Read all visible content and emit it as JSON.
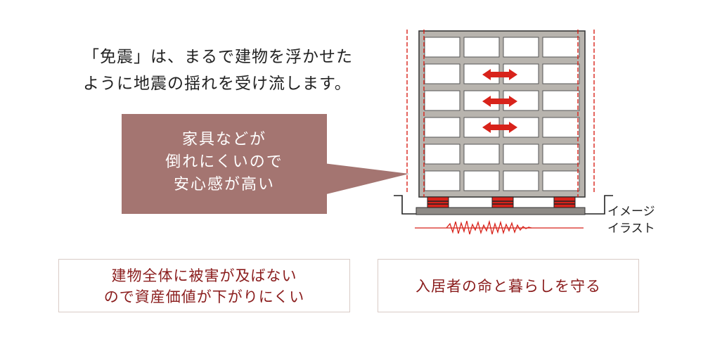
{
  "intro": {
    "line1": "「免震」は、まるで建物を浮かせた",
    "line2": "ように地震の揺れを受け流します。"
  },
  "bubble": {
    "line1": "家具などが",
    "line2": "倒れにくいので",
    "line3": "安心感が高い"
  },
  "caption": {
    "line1": "イメージ",
    "line2": "イラスト"
  },
  "cards": {
    "asset_line1": "建物全体に被害が及ばない",
    "asset_line2": "ので資産価値が下がりにくい",
    "life": "入居者の命と暮らしを守る"
  },
  "colors": {
    "bubble": "#a47571",
    "accent_red": "#d8231b",
    "card_text": "#8a1c1c",
    "building_gray": "#b8b4ae"
  },
  "illustration": {
    "subject": "seismic-isolation-building",
    "icons": [
      "double-arrow-icon",
      "isolator-icon",
      "seismic-wave-icon"
    ]
  }
}
